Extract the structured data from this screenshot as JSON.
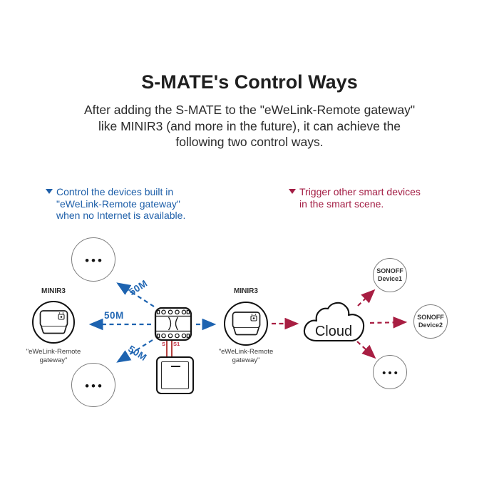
{
  "header": {
    "title": "S-MATE's Control Ways",
    "subtitle": "After adding the S-MATE to the \"eWeLink-Remote gateway\"\nlike MINIR3 (and more in the future), it can achieve the\nfollowing two control ways."
  },
  "annotations": {
    "left": {
      "icon": "triangle-down-icon",
      "text": "Control the devices built in\n\"eWeLink-Remote gateway\"\nwhen no Internet is available."
    },
    "right": {
      "icon": "triangle-down-icon",
      "text": "Trigger other smart devices\nin the smart scene."
    }
  },
  "diagram": {
    "gateway_left": {
      "label": "MINIR3",
      "caption": "\"eWeLink-Remote\ngateway\""
    },
    "gateway_right": {
      "label": "MINIR3",
      "caption": "\"eWeLink-Remote\ngateway\""
    },
    "smate": {
      "terminal_s": "S",
      "terminal_s1": "S1"
    },
    "cloud": {
      "label": "Cloud"
    },
    "device1": {
      "label": "SONOFF\nDevice1"
    },
    "device2": {
      "label": "SONOFF\nDevice2"
    },
    "others_top_left": {
      "dots": "•••"
    },
    "others_bottom_left": {
      "dots": "•••"
    },
    "others_right": {
      "dots": "•••"
    },
    "range_top": "50M",
    "range_mid": "50M",
    "range_bottom": "50M"
  },
  "colors": {
    "blue_arrow": "#1d63b0",
    "blue_text": "#1e5fa9",
    "red_arrow": "#a81e42",
    "red_text": "#a31d44",
    "wire_red": "#b5403e",
    "outline_dark": "#111111",
    "outline_gray": "#7d7d7d"
  }
}
